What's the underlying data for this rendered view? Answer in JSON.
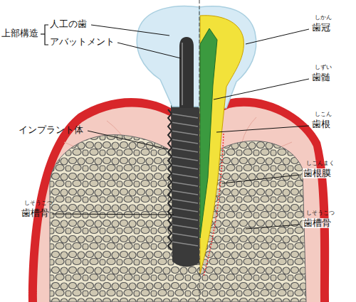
{
  "diagram": {
    "labels": [
      "上部構造",
      "人工の歯",
      "アバットメント",
      "インプラント体",
      "しそうこつ",
      "歯槽骨",
      "しかん",
      "歯冠",
      "しずい",
      "歯髄",
      "しこん",
      "歯根",
      "しこんまく",
      "歯根膜",
      "しそうこつ",
      "歯槽骨"
    ]
  }
}
